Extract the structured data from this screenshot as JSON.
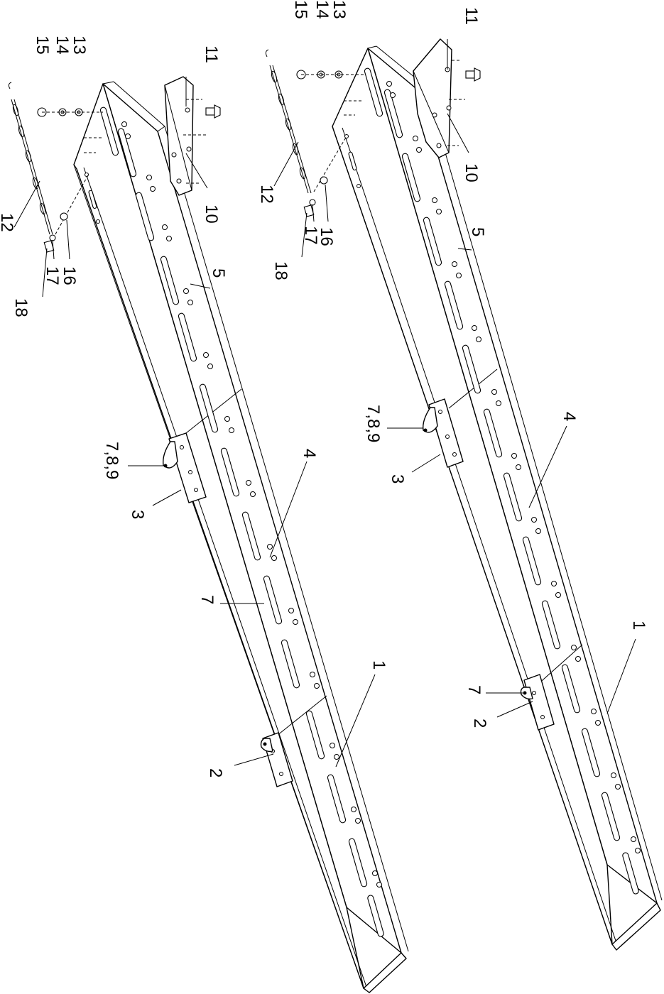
{
  "diagram": {
    "assemblies": [
      {
        "id": "left",
        "callouts": {
          "p15": "15",
          "p14": "14",
          "p13": "13",
          "p11": "11",
          "p10": "10",
          "p12": "12",
          "p16": "16",
          "p17": "17",
          "p18": "18",
          "p5": "5",
          "p789": "7,8,9",
          "p3": "3",
          "p4": "4",
          "p1": "1",
          "p7": "7",
          "p2": "2"
        }
      },
      {
        "id": "right",
        "callouts": {
          "p15": "15",
          "p14": "14",
          "p13": "13",
          "p11": "11",
          "p10": "10",
          "p12": "12",
          "p16": "16",
          "p17": "17",
          "p18": "18",
          "p5": "5",
          "p789": "7,8,9",
          "p3": "3",
          "p4": "4",
          "p1": "1",
          "p7": "7",
          "p2": "2"
        }
      }
    ]
  }
}
